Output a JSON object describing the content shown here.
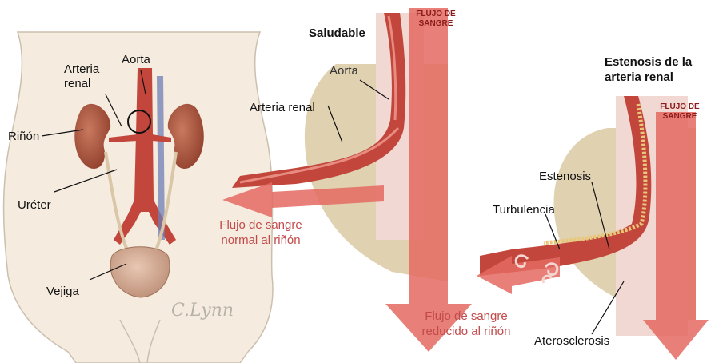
{
  "left_panel": {
    "labels": {
      "aorta": "Aorta",
      "renal_artery": "Arteria\nrenal",
      "kidney": "Riñón",
      "ureter": "Uréter",
      "bladder": "Vejiga"
    },
    "signature": "C.Lynn"
  },
  "healthy_panel": {
    "title": "Saludable",
    "flow_label": "FLUJO DE\nSANGRE",
    "aorta_label": "Aorta",
    "renal_label": "Arteria renal",
    "result_caption": "Flujo de sangre\nnormal al riñón"
  },
  "stenosis_panel": {
    "title": "Estenosis de la\narteria renal",
    "flow_label": "FLUJO DE\nSANGRE",
    "stenosis_label": "Estenosis",
    "turbulence_label": "Turbulencia",
    "atherosclerosis_label": "Aterosclerosis",
    "result_caption": "Flujo de sangre\nreducido al riñón"
  },
  "colors": {
    "artery_red": "#c0392b",
    "flow_arrow": "#e46a62",
    "caption_red": "#c24a4a",
    "skin": "#f3e7d8",
    "tissue": "#dcc9a6",
    "plaque": "#e9c77a"
  }
}
